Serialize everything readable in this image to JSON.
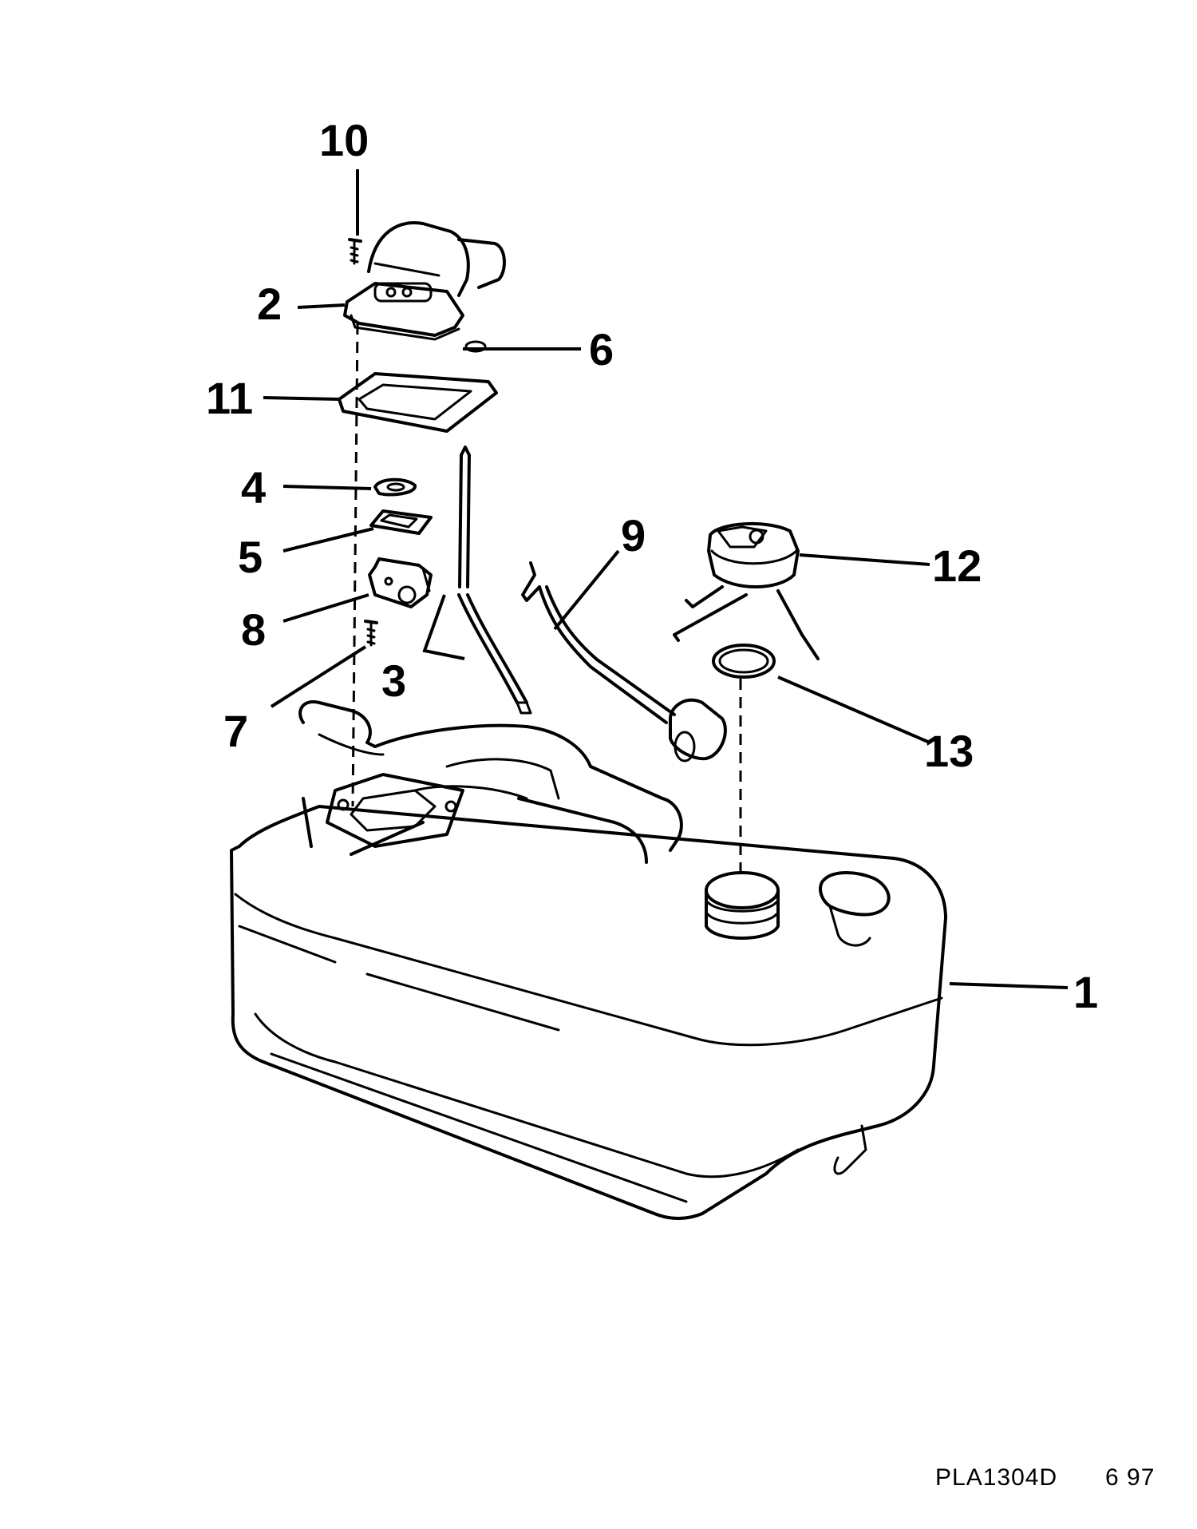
{
  "diagram": {
    "callouts": [
      "1",
      "2",
      "3",
      "4",
      "5",
      "6",
      "7",
      "8",
      "9",
      "10",
      "11",
      "12",
      "13"
    ],
    "doc_ref": {
      "code": "PLA1304D",
      "date": "6 97"
    }
  }
}
